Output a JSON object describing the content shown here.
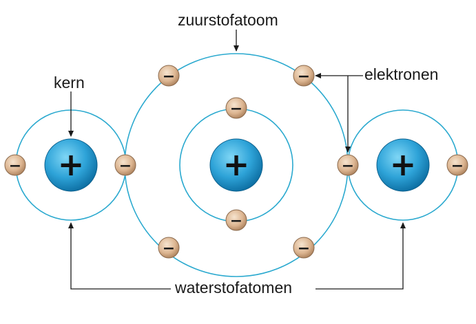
{
  "labels": {
    "oxygen_atom": "zuurstofatoom",
    "nucleus": "kern",
    "electrons": "elektronen",
    "hydrogen_atoms": "waterstofatomen"
  },
  "symbols": {
    "nucleus_charge": "+",
    "electron_charge": "−"
  },
  "atoms": [
    {
      "id": "hydrogen-left",
      "element": "hydrogen",
      "nucleus_charge": "+",
      "shells": [
        {
          "electrons": 2
        }
      ]
    },
    {
      "id": "oxygen",
      "element": "oxygen",
      "nucleus_charge": "+",
      "shells": [
        {
          "electrons": 2
        },
        {
          "electrons": 6
        }
      ]
    },
    {
      "id": "hydrogen-right",
      "element": "hydrogen",
      "nucleus_charge": "+",
      "shells": [
        {
          "electrons": 2
        }
      ]
    }
  ],
  "colors": {
    "orbit": "#2aa9cf",
    "nucleus_light": "#5cc8f0",
    "nucleus_dark": "#0a73a8",
    "electron_light": "#f1d8bd",
    "electron_dark": "#b98a63",
    "line": "#1a1a1a"
  }
}
